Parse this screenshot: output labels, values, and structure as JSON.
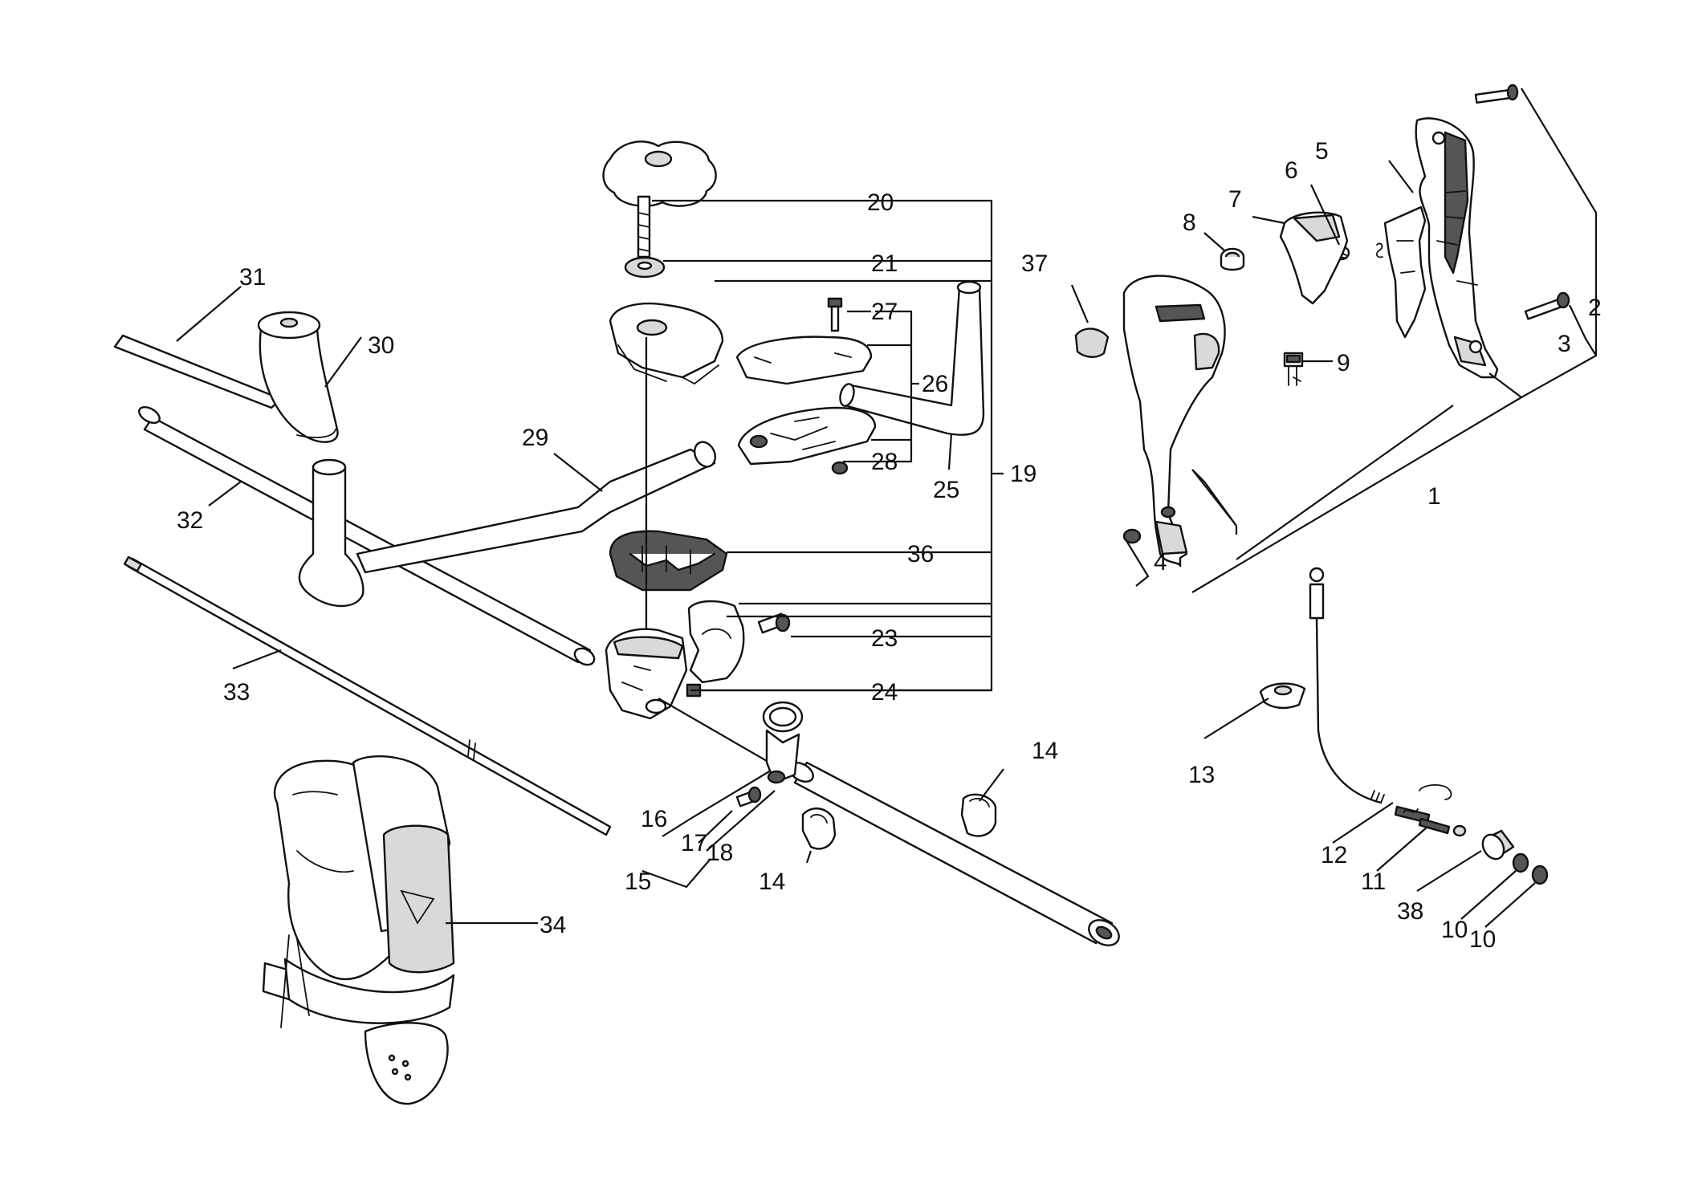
{
  "diagram": {
    "labels": [
      {
        "id": "1",
        "text": "1"
      },
      {
        "id": "2",
        "text": "2"
      },
      {
        "id": "3",
        "text": "3"
      },
      {
        "id": "4",
        "text": "4"
      },
      {
        "id": "5",
        "text": "5"
      },
      {
        "id": "6",
        "text": "6"
      },
      {
        "id": "7",
        "text": "7"
      },
      {
        "id": "8",
        "text": "8"
      },
      {
        "id": "9",
        "text": "9"
      },
      {
        "id": "10a",
        "text": "10"
      },
      {
        "id": "10b",
        "text": "10"
      },
      {
        "id": "11",
        "text": "11"
      },
      {
        "id": "12",
        "text": "12"
      },
      {
        "id": "13",
        "text": "13"
      },
      {
        "id": "14a",
        "text": "14"
      },
      {
        "id": "14b",
        "text": "14"
      },
      {
        "id": "15",
        "text": "15"
      },
      {
        "id": "16",
        "text": "16"
      },
      {
        "id": "17",
        "text": "17"
      },
      {
        "id": "18",
        "text": "18"
      },
      {
        "id": "19",
        "text": "19"
      },
      {
        "id": "20",
        "text": "20"
      },
      {
        "id": "21",
        "text": "21"
      },
      {
        "id": "23",
        "text": "23"
      },
      {
        "id": "24",
        "text": "24"
      },
      {
        "id": "25",
        "text": "25"
      },
      {
        "id": "26",
        "text": "26"
      },
      {
        "id": "27",
        "text": "27"
      },
      {
        "id": "28",
        "text": "28"
      },
      {
        "id": "29",
        "text": "29"
      },
      {
        "id": "30",
        "text": "30"
      },
      {
        "id": "31",
        "text": "31"
      },
      {
        "id": "32",
        "text": "32"
      },
      {
        "id": "33",
        "text": "33"
      },
      {
        "id": "34",
        "text": "34"
      },
      {
        "id": "36",
        "text": "36"
      },
      {
        "id": "37",
        "text": "37"
      },
      {
        "id": "38",
        "text": "38"
      }
    ]
  }
}
